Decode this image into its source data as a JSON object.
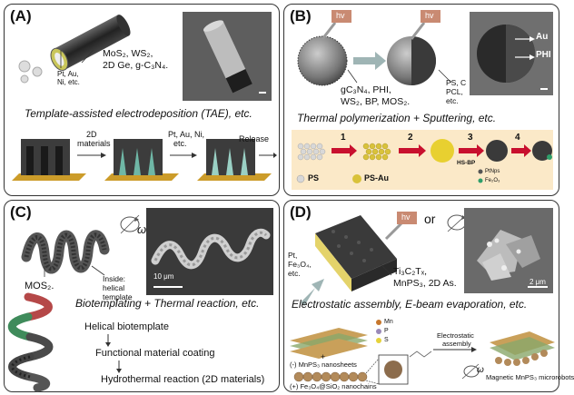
{
  "panelA": {
    "label": "(A)",
    "metals": [
      "Pt, Au,",
      "Ni, etc."
    ],
    "materials": [
      "MoS₂, WS₂,",
      "2D Ge, g-C₃N₄."
    ],
    "caption": "Template-assisted electrodeposition (TAE), etc.",
    "steps": [
      "2D",
      "materials",
      "Pt, Au, Ni,",
      "etc.",
      "Release"
    ]
  },
  "panelB": {
    "label": "(B)",
    "hv1": "hv",
    "hv2": "hv",
    "materials": [
      "gC₃N₄, PHI,",
      "WS₂, BP, MOS₂."
    ],
    "polymers": [
      "PS, C",
      "PCL,",
      "etc."
    ],
    "sem_au": "Au",
    "sem_phi": "PHI",
    "caption": "Thermal polymerization + Sputtering, etc.",
    "steps": [
      "1",
      "2",
      "3",
      "4"
    ],
    "hsbp": "HS-BP",
    "ps": "PS",
    "psau": "PS-Au",
    "ptnps": "PtNps",
    "fe2o3": "Fe₂O₃"
  },
  "panelC": {
    "label": "(C)",
    "omega": "ω",
    "mos2": "MOS₂.",
    "inside": [
      "Inside:",
      "helical",
      "template"
    ],
    "scale": "10 μm",
    "caption": "Biotemplating + Thermal reaction, etc.",
    "flow": [
      "Helical biotemplate",
      "Functional material coating",
      "Hydrothermal reaction (2D materials)"
    ]
  },
  "panelD": {
    "label": "(D)",
    "hv": "hv",
    "or": "or",
    "omega": "ω",
    "metals": [
      "Pt,",
      "Fe₃O₄,",
      "etc."
    ],
    "materials": [
      "Ti₃C₂Tₓ,",
      "MnPS₃, 2D As."
    ],
    "scale": "2 μm",
    "caption": "Electrostatic assembly, E-beam evaporation, etc.",
    "legend": [
      "Mn",
      "P",
      "S"
    ],
    "nanosheets": "(-) MnPS₃ nanosheets",
    "plus": "+",
    "nanochains": "(+) Fe₃O₄@SiO₂ nanochains",
    "assembly": [
      "Electrostatic",
      "assembly"
    ],
    "robots": "Magnetic MnPS₃ microrobots",
    "omega2": "ω"
  },
  "colors": {
    "border": "#333333",
    "arrow_red": "#c8102e",
    "hv_box": "#c98a72",
    "gold": "#d9c23a"
  }
}
